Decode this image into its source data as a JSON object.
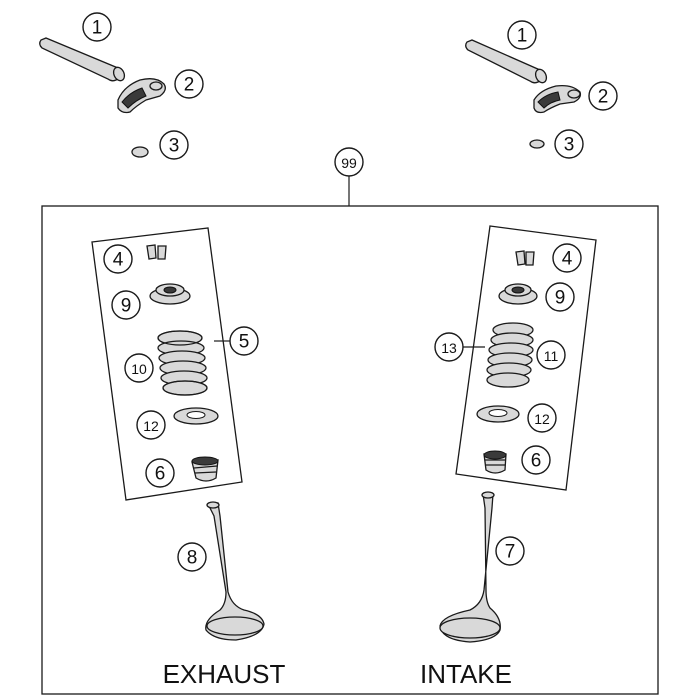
{
  "callouts": {
    "c1a": "1",
    "c2a": "2",
    "c3a": "3",
    "c1b": "1",
    "c2b": "2",
    "c3b": "3",
    "c99": "99",
    "c4a": "4",
    "c9a": "9",
    "c5": "5",
    "c10": "10",
    "c12a": "12",
    "c6a": "6",
    "c4b": "4",
    "c9b": "9",
    "c13": "13",
    "c11": "11",
    "c12b": "12",
    "c6b": "6",
    "c8": "8",
    "c7": "7"
  },
  "labels": {
    "exhaust": "EXHAUST",
    "intake": "INTAKE"
  }
}
